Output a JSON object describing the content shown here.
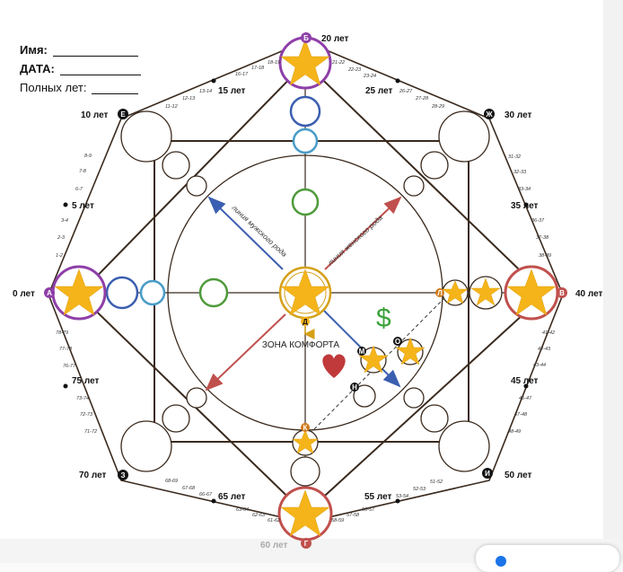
{
  "form": {
    "name_label": "Имя:",
    "date_label": "ДАТА:",
    "age_label": "Полных лет:"
  },
  "comfort_zone": "ЗОНА КОМФОРТА",
  "male_line": "линия мужского рода",
  "female_line": "линия женского рода",
  "dollar": "$",
  "points": {
    "A": "А",
    "B": "Б",
    "V": "В",
    "G": "Г",
    "D": "Д",
    "E": "Е",
    "Zh": "Ж",
    "Z": "З",
    "I": "И",
    "K": "К",
    "L": "Л",
    "M": "М",
    "N": "Н",
    "O": "О"
  },
  "ages": {
    "a0": "0 лет",
    "a5": "5 лет",
    "a10": "10 лет",
    "a15": "15 лет",
    "a20": "20 лет",
    "a25": "25 лет",
    "a30": "30 лет",
    "a35": "35 лет",
    "a40": "40 лет",
    "a45": "45 лет",
    "a50": "50 лет",
    "a55": "55 лет",
    "a60": "60 лет",
    "a65": "65 лет",
    "a70": "70 лет",
    "a75": "75 лет"
  },
  "ranges": {
    "r1_2": "1-2",
    "r2_3": "2-3",
    "r3_4": "3-4",
    "r6_7": "6-7",
    "r7_8": "7-8",
    "r8_9": "8-9",
    "r11_12": "11-12",
    "r12_13": "12-13",
    "r13_14": "13-14",
    "r16_17": "16-17",
    "r17_18": "17-18",
    "r18_19": "18-19",
    "r21_22": "21-22",
    "r22_23": "22-23",
    "r23_24": "23-24",
    "r26_27": "26-27",
    "r27_28": "27-28",
    "r28_29": "28-29",
    "r31_32": "31-32",
    "r32_33": "32-33",
    "r33_34": "33-34",
    "r36_37": "36-37",
    "r37_38": "37-38",
    "r38_39": "38-39",
    "r41_42": "41-42",
    "r42_43": "42-43",
    "r43_44": "43-44",
    "r46_47": "46-47",
    "r47_48": "47-48",
    "r48_49": "48-49",
    "r51_52": "51-52",
    "r52_53": "52-53",
    "r53_54": "53-54",
    "r56_57": "56-57",
    "r57_58": "57-58",
    "r58_59": "58-59",
    "r61_62": "61-62",
    "r62_63": "62-63",
    "r63_64": "63-64",
    "r66_67": "66-67",
    "r67_68": "67-68",
    "r68_69": "68-69",
    "r71_72": "71-72",
    "r72_73": "72-73",
    "r73_74": "73-74",
    "r76_77": "76-77",
    "r77_78": "77-78",
    "r78_79": "78-79"
  },
  "colors": {
    "frame": "#3a2a1e",
    "purple": "#8e3fa8",
    "red": "#c0504d",
    "blue": "#3b5fb0",
    "lightblue": "#4a9cc7",
    "green": "#4f9a3a",
    "gold": "#d4a017",
    "star": "#f4b41a"
  }
}
